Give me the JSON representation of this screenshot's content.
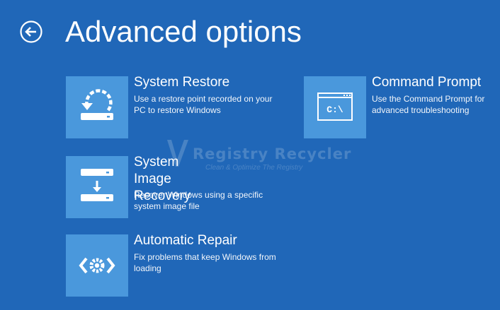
{
  "header": {
    "title": "Advanced options",
    "back_icon": "back-arrow-circle-icon"
  },
  "options": [
    {
      "title": "System Restore",
      "description": "Use a restore point recorded on your PC to restore Windows",
      "icon": "system-restore-icon"
    },
    {
      "title": "System Image Recovery",
      "description": "Recover Windows using a specific system image file",
      "icon": "system-image-recovery-icon"
    },
    {
      "title": "Automatic Repair",
      "description": "Fix problems that keep Windows from loading",
      "icon": "automatic-repair-icon"
    },
    {
      "title": "Command Prompt",
      "description": "Use the Command Prompt for advanced troubleshooting",
      "icon": "command-prompt-icon",
      "icon_text": "C:\\"
    }
  ],
  "watermark": {
    "title": "Registry Recycler",
    "subtitle": "Clean & Optimize The Registry"
  },
  "colors": {
    "background": "#2067b8",
    "tile": "#4a98dc",
    "text": "#ffffff"
  }
}
